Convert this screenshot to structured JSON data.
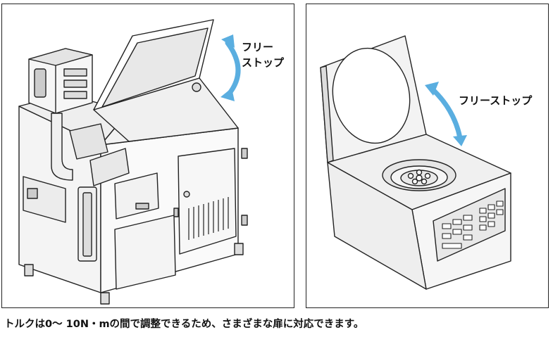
{
  "illustrations": {
    "left": {
      "label_line1": "フリー",
      "label_line2": "ストップ",
      "arrow_color": "#5aaee0"
    },
    "right": {
      "label": "フリーストップ",
      "arrow_color": "#5aaee0"
    }
  },
  "caption": "トルクは0～ 10N・mの間で調整できるため、さまざまな扉に対応できます。"
}
